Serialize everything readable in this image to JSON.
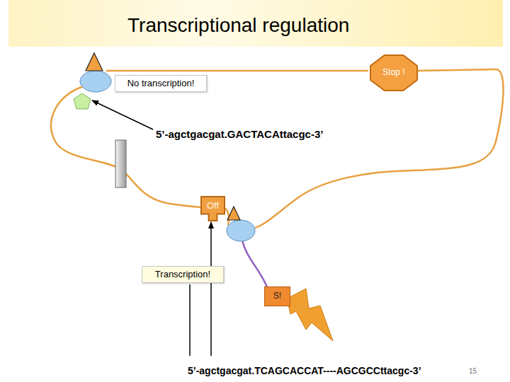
{
  "diagram": {
    "title": "Transcriptional regulation",
    "nodes": [
      {
        "text": [
          "No transcription!"
        ]
      },
      {
        "text": [
          "Stop !"
        ]
      },
      {
        "text": [
          "Off"
        ]
      },
      {
        "text": [
          "Transcription!"
        ]
      },
      {
        "text": [
          "S!"
        ]
      }
    ],
    "labels": [
      "5’-agctgacgat.GACTACAttacgc-3’",
      "5’-agctgacgat.TCAGCACCAT----AGCGCCttacgc-3’",
      "15"
    ]
  }
}
